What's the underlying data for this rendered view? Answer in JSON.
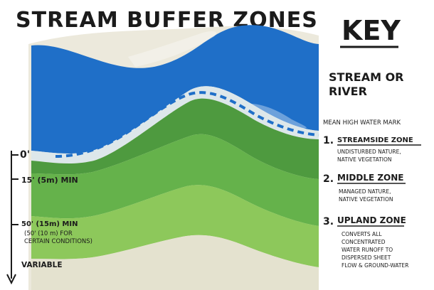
{
  "title": "STREAM BUFFER ZONES",
  "key": {
    "heading": "KEY",
    "stream_label_line1": "STREAM OR",
    "stream_label_line2": "RIVER",
    "mean_high_water": "MEAN HIGH WATER MARK",
    "zones": [
      {
        "number": "1.",
        "name": "STREAMSIDE ZONE",
        "desc_line1": "UNDISTURBED NATURE,",
        "desc_line2": "NATIVE VEGETATION",
        "desc_line3": "",
        "desc_line4": "",
        "desc_line5": ""
      },
      {
        "number": "2.",
        "name": "MIDDLE ZONE",
        "desc_line1": "MANAGED NATURE,",
        "desc_line2": "NATIVE VEGETATION",
        "desc_line3": "",
        "desc_line4": "",
        "desc_line5": ""
      },
      {
        "number": "3.",
        "name": "UPLAND ZONE",
        "desc_line1": "CONVERTS ALL",
        "desc_line2": "CONCENTRATED",
        "desc_line3": "WATER RUNOFF TO",
        "desc_line4": "DISPERSED SHEET",
        "desc_line5": "FLOW & GROUND-WATER"
      }
    ]
  },
  "scale": {
    "mark_0": "0'",
    "mark_15": "15' (5m) MIN",
    "mark_50_line1": "50' (15m) MIN",
    "mark_50_line2": "(50' (10 m) FOR",
    "mark_50_line3": "CERTAIN CONDITIONS)",
    "mark_variable": "VARIABLE"
  },
  "colors": {
    "stream": "#1f6fc8",
    "stream_light": "#cfe1ec",
    "bank": "#e9e6d8",
    "zone1": "#4e9a3f",
    "zone2": "#64b04a",
    "zone3": "#8cc75a",
    "ground": "#e4e2cf",
    "ink": "#1b1b1b"
  }
}
